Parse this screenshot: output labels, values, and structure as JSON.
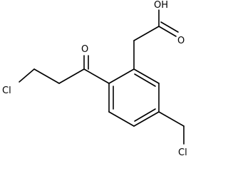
{
  "molecule": {
    "atom_labels": {
      "hydroxyl": "OH",
      "carbonyl_oxygen_acid": "O",
      "ketone_oxygen": "O",
      "chlorine_left": "Cl",
      "chlorine_bottom": "Cl"
    }
  }
}
